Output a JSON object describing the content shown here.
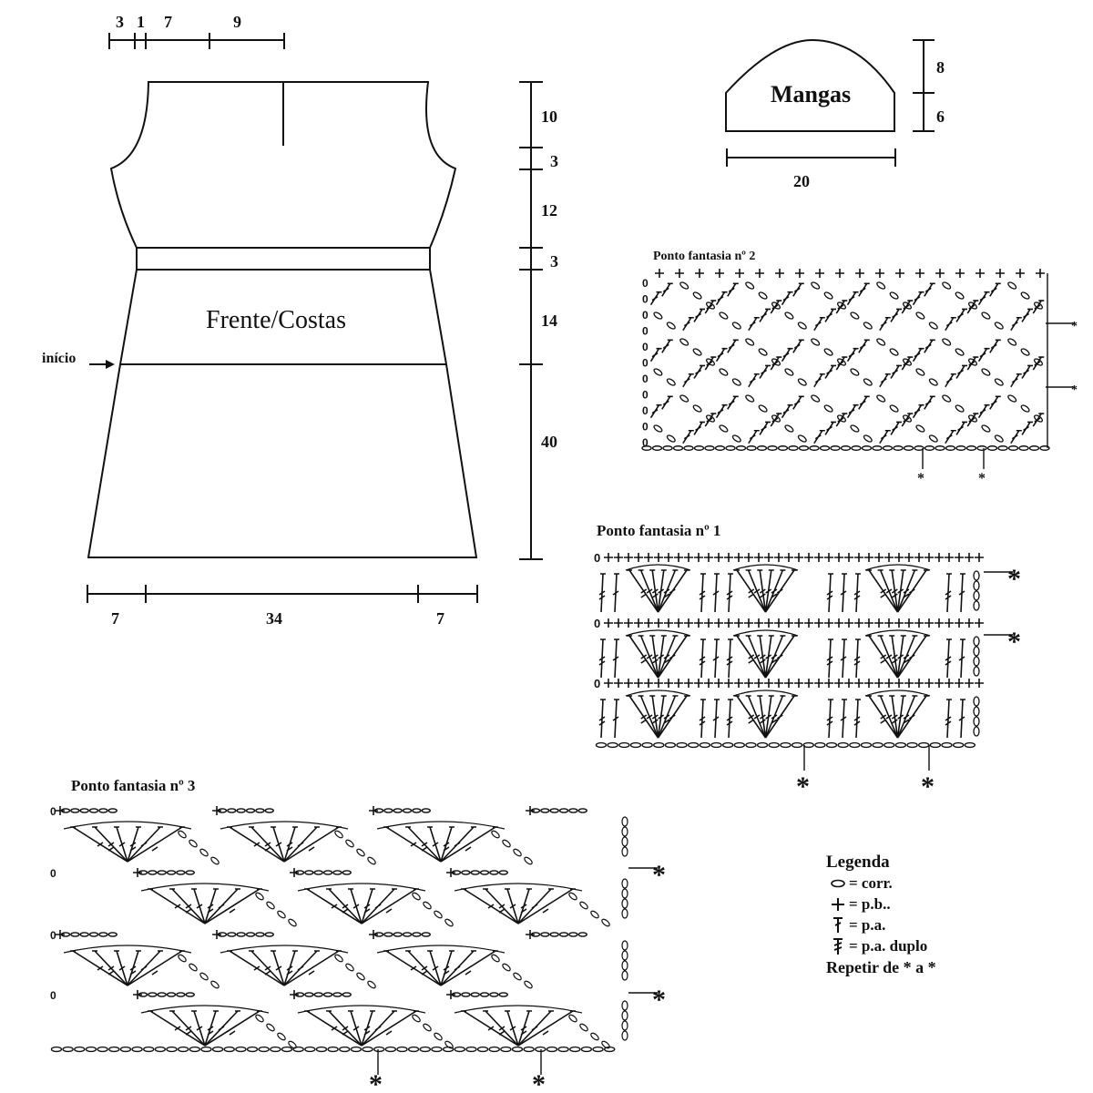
{
  "pattern": {
    "labels": {
      "front_back": "Frente/Costas",
      "start": "início",
      "sleeves": "Mangas"
    },
    "top_measures": [
      "3",
      "1",
      "7",
      "9"
    ],
    "side_measures": [
      "10",
      "3",
      "12",
      "3",
      "14",
      "40"
    ],
    "bottom_measures": [
      "7",
      "34",
      "7"
    ],
    "sleeve_measures": {
      "cap": "8",
      "side": "6",
      "width": "20"
    }
  },
  "charts": {
    "stitch1_title": "Ponto fantasia nº 1",
    "stitch2_title": "Ponto fantasia nº 2",
    "stitch3_title": "Ponto fantasia nº 3",
    "repeat_mark": "*"
  },
  "legend": {
    "title": "Legenda",
    "items": [
      {
        "symbol": "chain-icon",
        "text": "= corr."
      },
      {
        "symbol": "sc-icon",
        "text": "= p.b.."
      },
      {
        "symbol": "dc-icon",
        "text": "= p.a."
      },
      {
        "symbol": "tr-icon",
        "text": "= p.a. duplo"
      }
    ],
    "repeat_note": "Repetir de * a *"
  }
}
